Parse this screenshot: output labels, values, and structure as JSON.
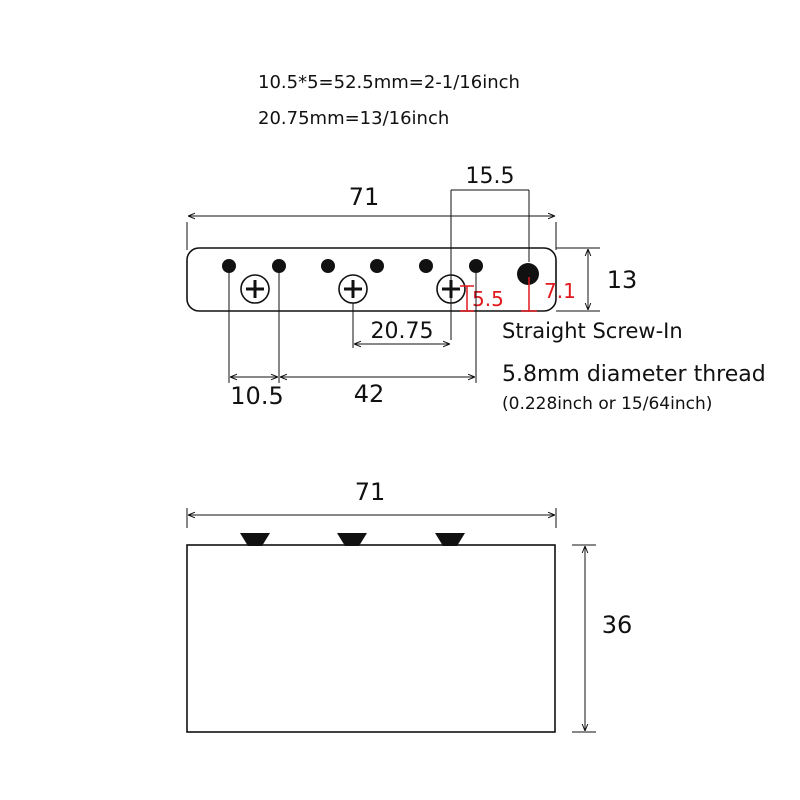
{
  "notes": {
    "line1": "10.5*5=52.5mm=2-1/16inch",
    "line2": "20.75mm=13/16inch"
  },
  "top_view": {
    "width_label": "71",
    "offset_label": "15.5",
    "height_label": "13",
    "small_offset_label": "5.5",
    "hole_height_label": "7.1",
    "screw_spacing_label": "20.75",
    "pole_spacing_label": "10.5",
    "pole_span_label": "42"
  },
  "spec": {
    "type": "Straight Screw-In",
    "thread": "5.8mm diameter thread",
    "thread_imperial": "(0.228inch or 15/64inch)"
  },
  "side_view": {
    "width_label": "71",
    "height_label": "36"
  },
  "colors": {
    "ink": "#111111",
    "accent": "#e0191e",
    "background": "#ffffff"
  }
}
